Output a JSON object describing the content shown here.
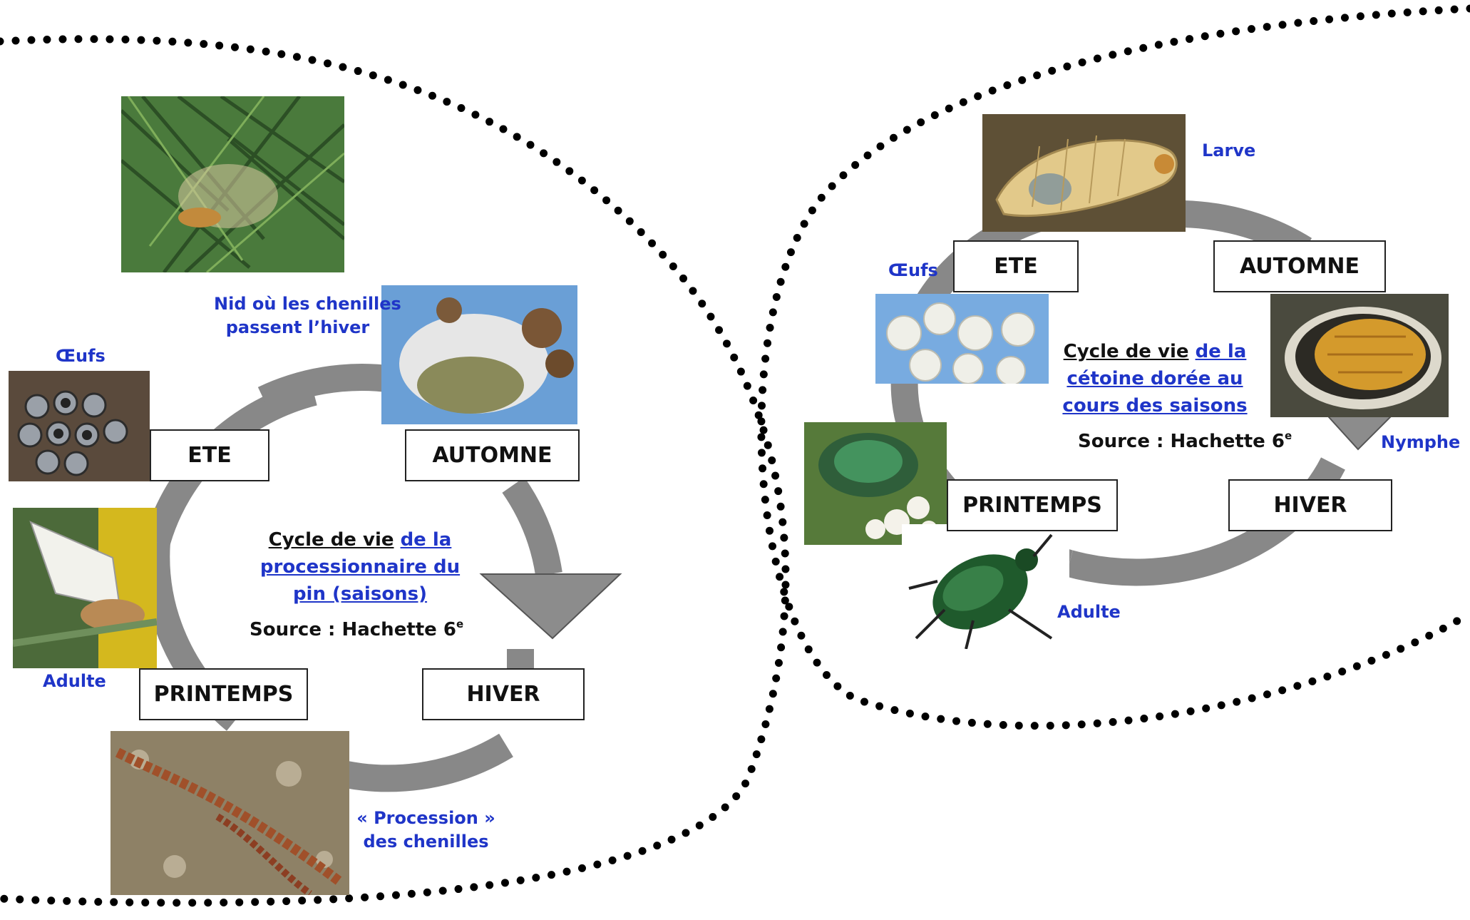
{
  "left": {
    "title": {
      "part1": "Cycle de vie",
      "part2": "de la",
      "line2": "processionnaire du",
      "line3": "pin (saisons)"
    },
    "source": {
      "text": "Source : Hachette 6",
      "sup": "e"
    },
    "seasons": {
      "ete": "ETE",
      "automne": "AUTOMNE",
      "hiver": "HIVER",
      "printemps": "PRINTEMPS"
    },
    "labels": {
      "oeufs": "Œufs",
      "nid_line1": "Nid où les chenilles",
      "nid_line2": "passent l’hiver",
      "adulte": "Adulte",
      "procession_line1": "« Procession »",
      "procession_line2": "des chenilles"
    }
  },
  "right": {
    "title": {
      "part1": "Cycle de vie",
      "part2": "de la",
      "line2": "cétoine dorée au",
      "line3": "cours des saisons"
    },
    "source": {
      "text": "Source : Hachette 6",
      "sup": "e"
    },
    "seasons": {
      "ete": "ETE",
      "automne": "AUTOMNE",
      "hiver": "HIVER",
      "printemps": "PRINTEMPS"
    },
    "labels": {
      "oeufs": "Œufs",
      "larve": "Larve",
      "nymphe": "Nymphe",
      "adulte": "Adulte"
    }
  },
  "colors": {
    "label_blue": "#1f35c8",
    "cycle_gray": "#8c8c8c",
    "dots": "#000000"
  }
}
